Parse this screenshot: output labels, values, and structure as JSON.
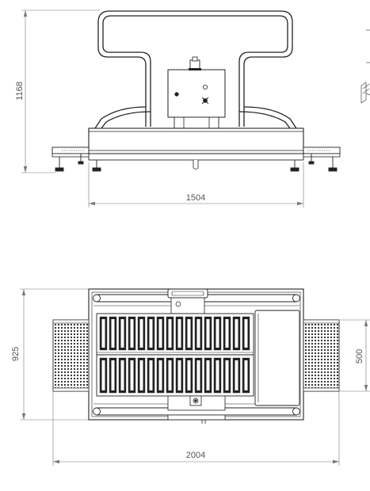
{
  "drawing": {
    "front_view": {
      "height_label": "1168",
      "width_label": "1504"
    },
    "top_view": {
      "depth_label": "925",
      "side_depth_label": "500",
      "overall_width_label": "2004"
    }
  },
  "colors": {
    "line": "#222222",
    "dimension_line": "#777777",
    "dimension_text": "#555555",
    "background": "#ffffff"
  }
}
